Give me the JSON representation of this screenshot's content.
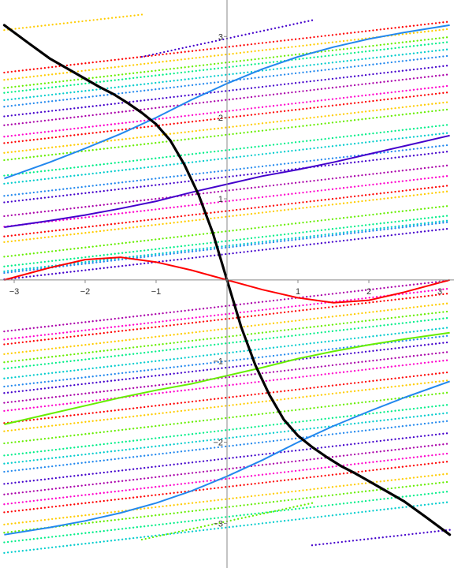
{
  "chart_data": {
    "type": "scatter",
    "title": "",
    "xlabel": "",
    "ylabel": "",
    "xlim": [
      -3.2,
      3.2
    ],
    "ylim": [
      -3.55,
      3.45
    ],
    "grid": false,
    "x_ticks": [
      -3,
      -2,
      -1,
      1,
      2,
      3
    ],
    "y_ticks": [
      -3,
      -2,
      -1,
      1,
      2,
      3
    ],
    "x_tick_labels": [
      "−3",
      "−2",
      "−1",
      "1",
      "2",
      "3"
    ],
    "y_tick_labels": [
      "−3",
      "−2",
      "−1",
      "1",
      "2",
      "3"
    ],
    "palette": [
      "#ff0000",
      "#ffcc00",
      "#66ee00",
      "#00ee88",
      "#00cccc",
      "#2288ee",
      "#4400cc",
      "#aa00aa",
      "#ff00cc"
    ],
    "dotted_family": {
      "x_start": -3.14,
      "x_end": 3.14,
      "x_step": 0.052,
      "slope": 0.1,
      "dot_radius": 1.15,
      "offsets": [
        2.87,
        2.78,
        2.68,
        2.62,
        2.53,
        2.45,
        2.33,
        2.22,
        2.08,
        2.0,
        1.88,
        1.79,
        1.6,
        1.5,
        1.35,
        1.27,
        1.1,
        0.97,
        0.85,
        0.78,
        0.6,
        0.48,
        0.42,
        0.4,
        0.32,
        -0.32,
        -0.42,
        -0.48,
        -0.6,
        -0.7,
        -0.78,
        -0.9,
        -1.0,
        -1.08,
        -1.2,
        -1.3,
        -1.45,
        -1.55,
        -1.7,
        -1.85,
        -1.95,
        -2.05,
        -2.2,
        -2.33,
        -2.45,
        -2.55,
        -2.7,
        -2.8,
        -2.92,
        -3.05
      ]
    },
    "partial_series": [
      {
        "x": [
          -3.14,
          -1.2
        ],
        "y": [
          3.08,
          3.27
        ],
        "color": "#ffcc00"
      },
      {
        "x": [
          -1.2,
          1.2
        ],
        "y": [
          2.75,
          3.2
        ],
        "color": "#4400cc"
      },
      {
        "x": [
          -1.2,
          1.2
        ],
        "y": [
          -3.2,
          -2.75
        ],
        "color": "#66ee00"
      },
      {
        "x": [
          1.2,
          3.14
        ],
        "y": [
          -3.27,
          -3.08
        ],
        "color": "#4400cc"
      }
    ],
    "solid_series": [
      {
        "x": [
          -3.14,
          -2.5,
          -2.0,
          -1.5,
          -1.0,
          -0.5,
          0.0,
          0.5,
          1.0,
          1.5,
          2.0,
          2.5,
          3.14
        ],
        "y": [
          1.25,
          1.45,
          1.62,
          1.8,
          2.0,
          2.22,
          2.42,
          2.6,
          2.75,
          2.87,
          2.97,
          3.05,
          3.14
        ],
        "color": "#2288ee"
      },
      {
        "x": [
          -3.14,
          -2.5,
          -2.0,
          -1.5,
          -1.0,
          -0.5,
          0.0,
          0.5,
          1.0,
          1.5,
          2.0,
          2.5,
          3.14
        ],
        "y": [
          -3.14,
          -3.05,
          -2.97,
          -2.87,
          -2.75,
          -2.6,
          -2.42,
          -2.22,
          -2.0,
          -1.8,
          -1.62,
          -1.45,
          -1.25
        ],
        "color": "#2288ee"
      },
      {
        "x": [
          -3.14,
          -2.5,
          -2.0,
          -1.5,
          -1.0,
          -0.5,
          0.0,
          0.5,
          1.0,
          1.5,
          2.0,
          2.5,
          3.14
        ],
        "y": [
          0.65,
          0.73,
          0.8,
          0.88,
          0.97,
          1.08,
          1.18,
          1.28,
          1.36,
          1.45,
          1.55,
          1.65,
          1.78
        ],
        "color": "#4400cc"
      },
      {
        "x": [
          -3.14,
          -2.5,
          -2.0,
          -1.5,
          -1.0,
          -0.5,
          0.0,
          0.5,
          1.0,
          1.5,
          2.0,
          2.5,
          3.14
        ],
        "y": [
          -1.78,
          -1.65,
          -1.55,
          -1.45,
          -1.36,
          -1.28,
          -1.18,
          -1.08,
          -0.97,
          -0.88,
          -0.8,
          -0.73,
          -0.65
        ],
        "color": "#66ee00"
      },
      {
        "x": [
          -3.14,
          -2.5,
          -2.0,
          -1.5,
          -1.0,
          -0.5,
          0.0,
          0.5,
          1.0,
          1.5,
          2.0,
          2.5,
          3.14
        ],
        "y": [
          0.0,
          0.15,
          0.25,
          0.28,
          0.22,
          0.12,
          0.0,
          -0.12,
          -0.22,
          -0.28,
          -0.25,
          -0.15,
          0.0
        ],
        "color": "#ff0000"
      }
    ],
    "main_curve": {
      "color": "#000000",
      "x": [
        -3.14,
        -2.8,
        -2.5,
        -2.2,
        -2.0,
        -1.8,
        -1.6,
        -1.4,
        -1.2,
        -1.0,
        -0.8,
        -0.6,
        -0.4,
        -0.2,
        0.0,
        0.2,
        0.4,
        0.6,
        0.8,
        1.0,
        1.2,
        1.4,
        1.6,
        1.8,
        2.0,
        2.2,
        2.5,
        2.8,
        3.14
      ],
      "y": [
        3.14,
        2.92,
        2.73,
        2.58,
        2.48,
        2.38,
        2.29,
        2.18,
        2.06,
        1.92,
        1.72,
        1.42,
        1.05,
        0.58,
        0.0,
        -0.58,
        -1.05,
        -1.42,
        -1.72,
        -1.92,
        -2.06,
        -2.18,
        -2.29,
        -2.38,
        -2.48,
        -2.58,
        -2.73,
        -2.92,
        -3.14
      ]
    }
  }
}
